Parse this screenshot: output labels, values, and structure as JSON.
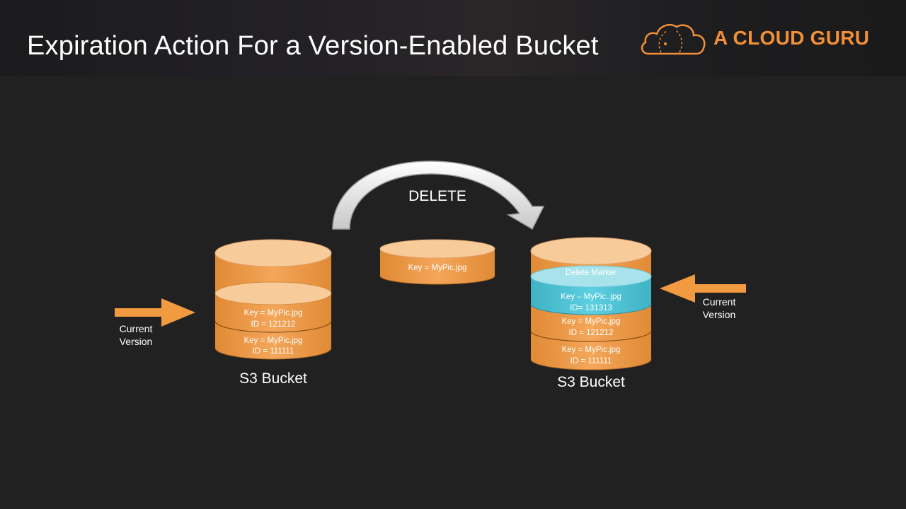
{
  "slide": {
    "title": "Expiration Action For a Version-Enabled Bucket",
    "brand": "A CLOUD GURU",
    "brand_color": "#f28f37"
  },
  "diagram": {
    "action_label": "DELETE",
    "left_bucket": {
      "label": "S3 Bucket",
      "pointer_label_line1": "Current",
      "pointer_label_line2": "Version",
      "layers": [
        {
          "key": "Key = MyPic.jpg",
          "id": "ID = 121212"
        },
        {
          "key": "Key = MyPic.jpg",
          "id": "ID = 111111"
        }
      ]
    },
    "moving_object": {
      "key": "Key = MyPic.jpg"
    },
    "right_bucket": {
      "label": "S3 Bucket",
      "pointer_label_line1": "Current",
      "pointer_label_line2": "Version",
      "delete_marker": {
        "label": "Delete Marker",
        "key": "Key – MyPic..jpg",
        "id": "ID= 131313"
      },
      "layers": [
        {
          "key": "Key = MyPic.jpg",
          "id": "ID = 121212"
        },
        {
          "key": "Key = MyPic.jpg",
          "id": "ID = 111111"
        }
      ]
    },
    "colors": {
      "orange": "#f0a04b",
      "orange_top": "#f8cc9a",
      "blue": "#4cc3d4",
      "blue_top": "#a8e2ea",
      "arrow": "#f29a3f"
    }
  }
}
